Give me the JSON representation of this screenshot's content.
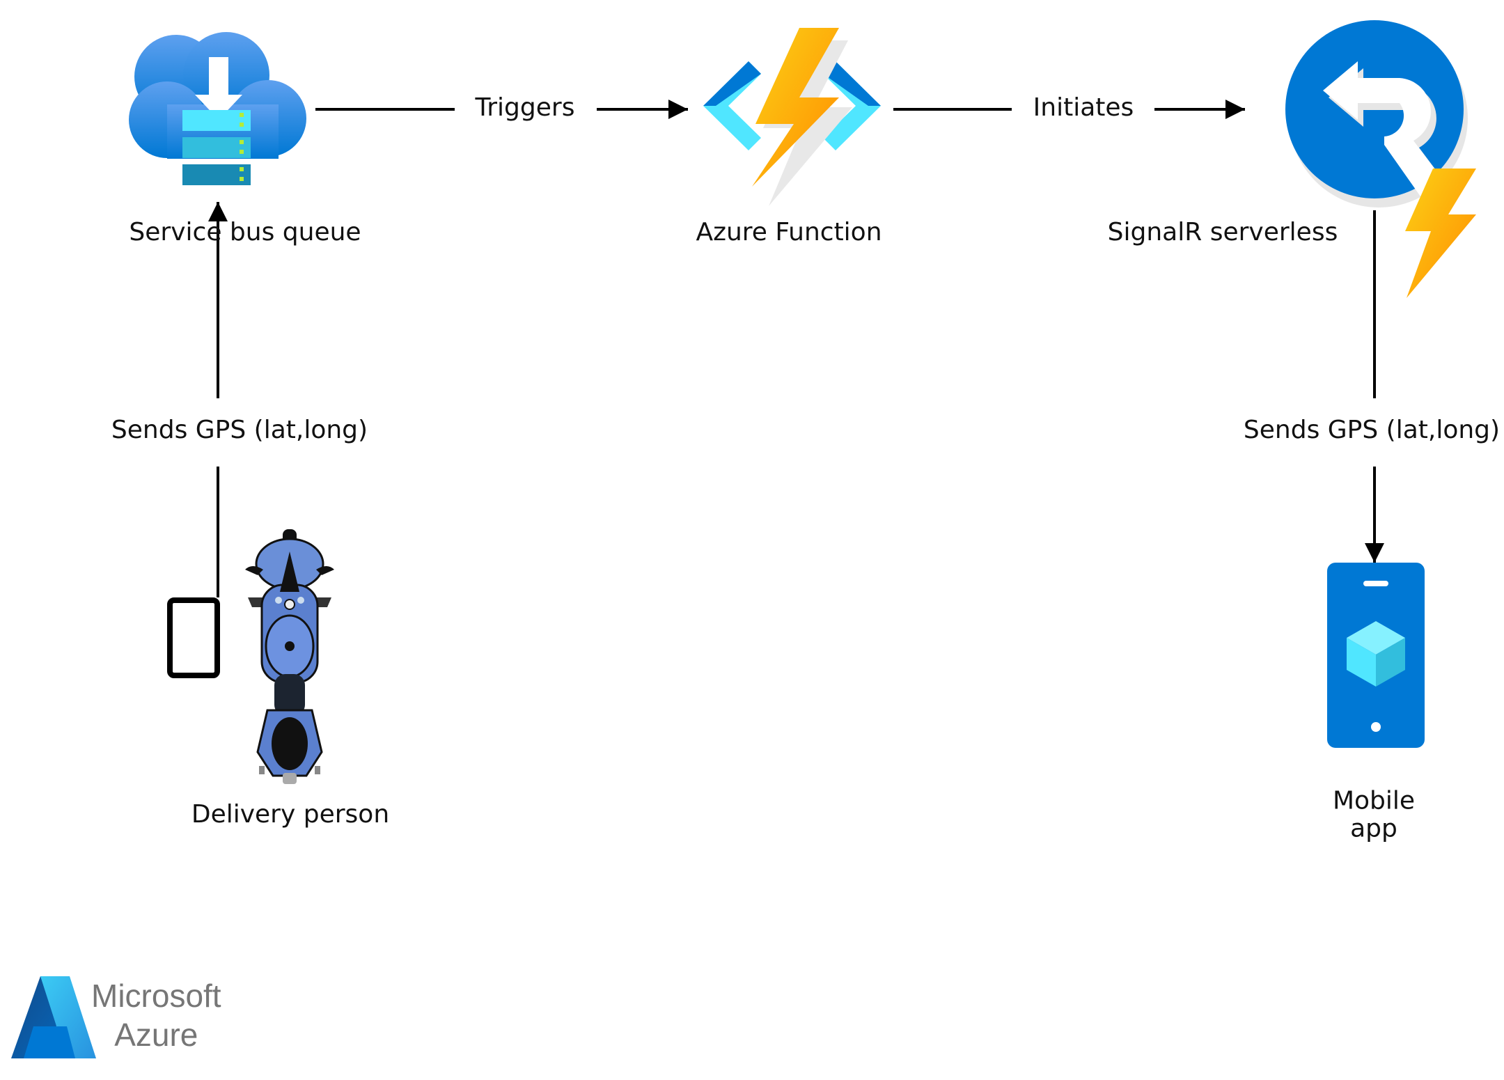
{
  "nodes": {
    "service_bus": {
      "label": "Service bus queue",
      "icon": "service-bus-queue-icon"
    },
    "function": {
      "label": "Azure Function",
      "icon": "azure-function-icon"
    },
    "signalr": {
      "label": "SignalR serverless",
      "icon": "signalr-icon"
    },
    "delivery": {
      "label": "Delivery person",
      "icon": "motorcycle-icon",
      "device_icon": "tablet-icon"
    },
    "mobile": {
      "label_line1": "Mobile",
      "label_line2": "app",
      "icon": "mobile-app-icon"
    }
  },
  "edges": {
    "triggers": {
      "label": "Triggers",
      "from": "Service bus queue",
      "to": "Azure Function"
    },
    "initiates": {
      "label": "Initiates",
      "from": "Azure Function",
      "to": "SignalR serverless"
    },
    "gps_left": {
      "label": "Sends GPS (lat,long)",
      "from": "Delivery person",
      "to": "Service bus queue"
    },
    "gps_right": {
      "label": "Sends GPS (lat,long)",
      "from": "SignalR serverless",
      "to": "Mobile app"
    }
  },
  "logo": {
    "line1": "Microsoft",
    "line2": "Azure",
    "icon": "azure-logo-icon"
  },
  "colors": {
    "azure_blue": "#0078d4",
    "bolt_orange": "#f7a21b",
    "cyan": "#50e6ff",
    "logo_gray": "#767676"
  }
}
